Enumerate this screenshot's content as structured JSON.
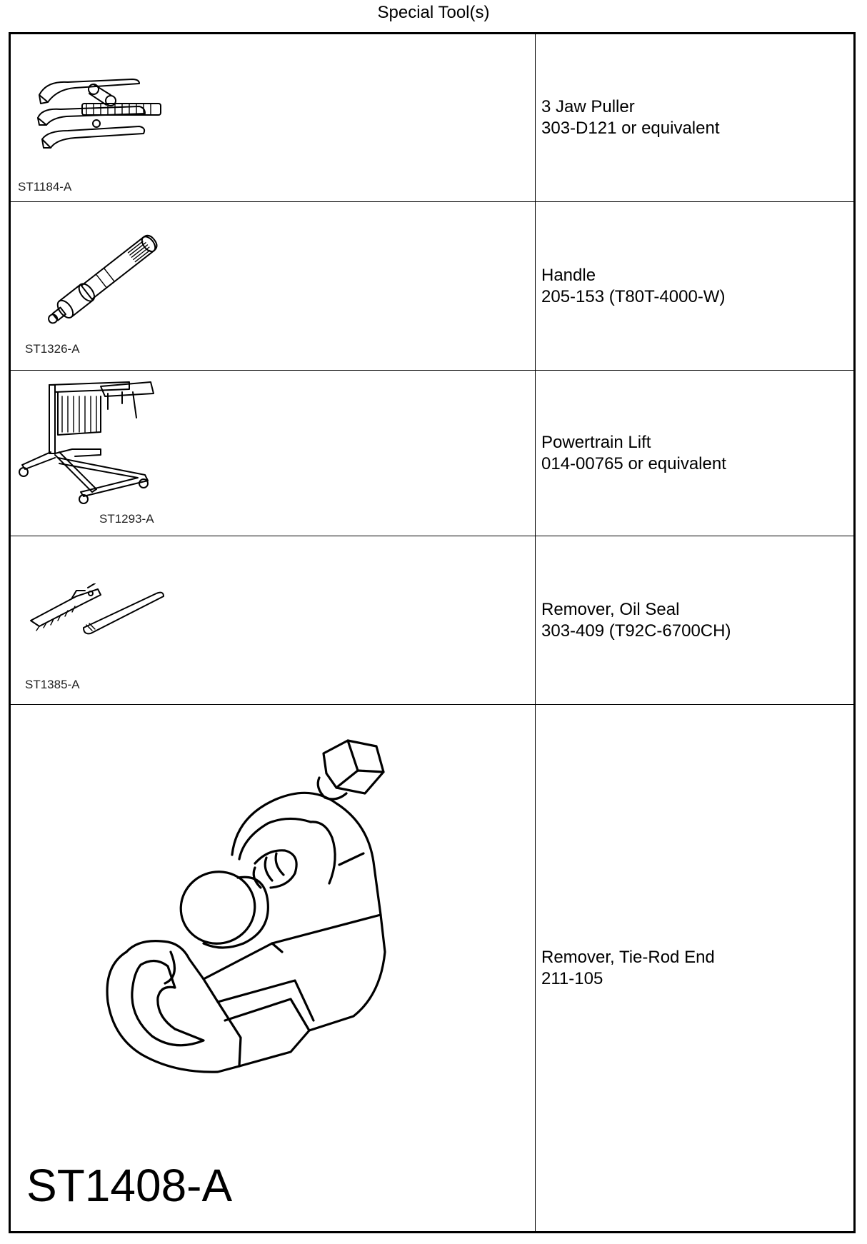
{
  "page": {
    "title": "Special Tool(s)"
  },
  "tools": [
    {
      "code": "ST1184-A",
      "name": "3 Jaw Puller",
      "number": "303-D121 or equivalent",
      "icon": "three-jaw-puller-illustration"
    },
    {
      "code": "ST1326-A",
      "name": "Handle",
      "number": "205-153 (T80T-4000-W)",
      "icon": "handle-illustration"
    },
    {
      "code": "ST1293-A",
      "name": "Powertrain Lift",
      "number": "014-00765 or equivalent",
      "icon": "powertrain-lift-illustration"
    },
    {
      "code": "ST1385-A",
      "name": "Remover, Oil Seal",
      "number": "303-409 (T92C-6700CH)",
      "icon": "oil-seal-remover-illustration"
    },
    {
      "code": "ST1408-A",
      "name": "Remover, Tie-Rod End",
      "number": "211-105",
      "icon": "tie-rod-end-remover-illustration"
    }
  ]
}
